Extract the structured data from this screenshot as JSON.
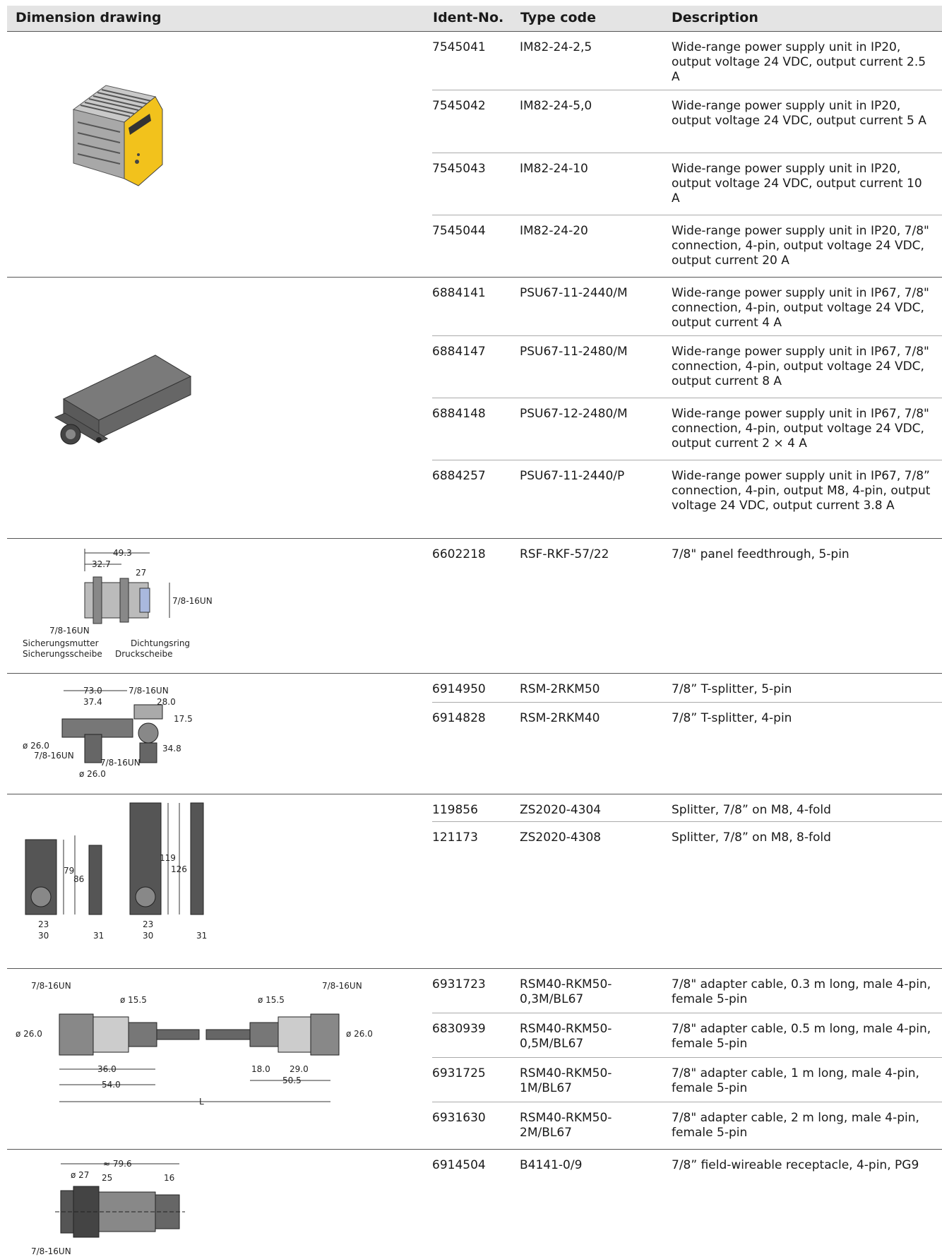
{
  "header": {
    "dimension_drawing": "Dimension drawing",
    "ident_no": "Ident-No.",
    "type_code": "Type code",
    "description": "Description"
  },
  "groups": [
    {
      "rows": [
        {
          "id": "7545041",
          "type": "IM82-24-2,5",
          "desc": "Wide-range power supply unit in IP20, output voltage 24 VDC, output current 2.5 A"
        },
        {
          "id": "7545042",
          "type": "IM82-24-5,0",
          "desc": "Wide-range power supply unit in IP20, output voltage 24 VDC, output current 5 A"
        },
        {
          "id": "7545043",
          "type": "IM82-24-10",
          "desc": "Wide-range power supply unit in IP20, output voltage 24 VDC, output current 10 A"
        },
        {
          "id": "7545044",
          "type": "IM82-24-20",
          "desc": "Wide-range power supply unit in IP20, 7/8\" connection, 4-pin, output voltage 24 VDC, output current 20 A"
        }
      ]
    },
    {
      "rows": [
        {
          "id": "6884141",
          "type": "PSU67-11-2440/M",
          "desc": "Wide-range power supply unit in IP67, 7/8\" connection, 4-pin, output voltage 24 VDC, output current 4 A"
        },
        {
          "id": "6884147",
          "type": "PSU67-11-2480/M",
          "desc": "Wide-range power supply unit in IP67, 7/8\" connection, 4-pin, output voltage 24 VDC, output current 8 A"
        },
        {
          "id": "6884148",
          "type": "PSU67-12-2480/M",
          "desc": "Wide-range power supply unit in IP67, 7/8\" connection, 4-pin, output voltage 24 VDC, output current 2 × 4 A"
        },
        {
          "id": "6884257",
          "type": "PSU67-11-2440/P",
          "desc": "Wide-range power supply unit in IP67, 7/8” connection, 4-pin,  output M8, 4-pin, output voltage 24 VDC, output current 3.8 A"
        }
      ]
    },
    {
      "labels": {
        "l1": "49.3",
        "l2": "32.7",
        "l3": "27",
        "l4": "7/8-16UN",
        "l5": "7/8-16UN",
        "l6": "Sicherungsmutter",
        "l7": "Sicherungsscheibe",
        "l8": "Dichtungsring",
        "l9": "Druckscheibe"
      },
      "rows": [
        {
          "id": "6602218",
          "type": "RSF-RKF-57/22",
          "desc": "7/8\" panel feedthrough, 5-pin"
        }
      ]
    },
    {
      "labels": {
        "l1": "73.0",
        "l2": "7/8-16UN",
        "l3": "37.4",
        "l4": "28.0",
        "l5": "17.5",
        "l6": "34.8",
        "l7": "ø 26.0",
        "l8": "7/8-16UN",
        "l9": "7/8-16UN",
        "l10": "ø 26.0"
      },
      "rows": [
        {
          "id": "6914950",
          "type": "RSM-2RKM50",
          "desc": "7/8” T-splitter, 5-pin"
        },
        {
          "id": "6914828",
          "type": "RSM-2RKM40",
          "desc": "7/8” T-splitter, 4-pin"
        }
      ]
    },
    {
      "labels": {
        "l1": "79",
        "l2": "86",
        "l3": "23",
        "l4": "30",
        "l5": "31",
        "l6": "119",
        "l7": "126",
        "l8": "23",
        "l9": "30",
        "l10": "31"
      },
      "rows": [
        {
          "id": "119856",
          "type": "ZS2020-4304",
          "desc": "Splitter, 7/8” on M8, 4-fold"
        },
        {
          "id": "121173",
          "type": "ZS2020-4308",
          "desc": "Splitter, 7/8” on M8, 8-fold"
        }
      ]
    },
    {
      "labels": {
        "l1": "7/8-16UN",
        "l2": "ø 15.5",
        "l3": "ø 26.0",
        "l4": "36.0",
        "l5": "54.0",
        "l6": "ø 15.5",
        "l7": "7/8-16UN",
        "l8": "ø 26.0",
        "l9": "18.0",
        "l10": "29.0",
        "l11": "50.5",
        "l12": "L"
      },
      "rows": [
        {
          "id": "6931723",
          "type": "RSM40-RKM50-0,3M/BL67",
          "desc": "7/8\" adapter cable, 0.3 m long, male 4-pin, female 5-pin"
        },
        {
          "id": "6830939",
          "type": "RSM40-RKM50-0,5M/BL67",
          "desc": "7/8\" adapter cable, 0.5 m long, male 4-pin, female 5-pin"
        },
        {
          "id": "6931725",
          "type": "RSM40-RKM50-1M/BL67",
          "desc": "7/8\" adapter cable, 1 m long, male 4-pin, female 5-pin"
        },
        {
          "id": "6931630",
          "type": "RSM40-RKM50-2M/BL67",
          "desc": "7/8\" adapter cable, 2 m long, male 4-pin, female 5-pin"
        }
      ]
    },
    {
      "labels": {
        "l1": "≈ 79.6",
        "l2": "ø 27",
        "l3": "25",
        "l4": "16",
        "l5": "7/8-16UN"
      },
      "rows": [
        {
          "id": "6914504",
          "type": "B4141-0/9",
          "desc": "7/8” field-wireable receptacle, 4-pin, PG9"
        }
      ]
    }
  ]
}
